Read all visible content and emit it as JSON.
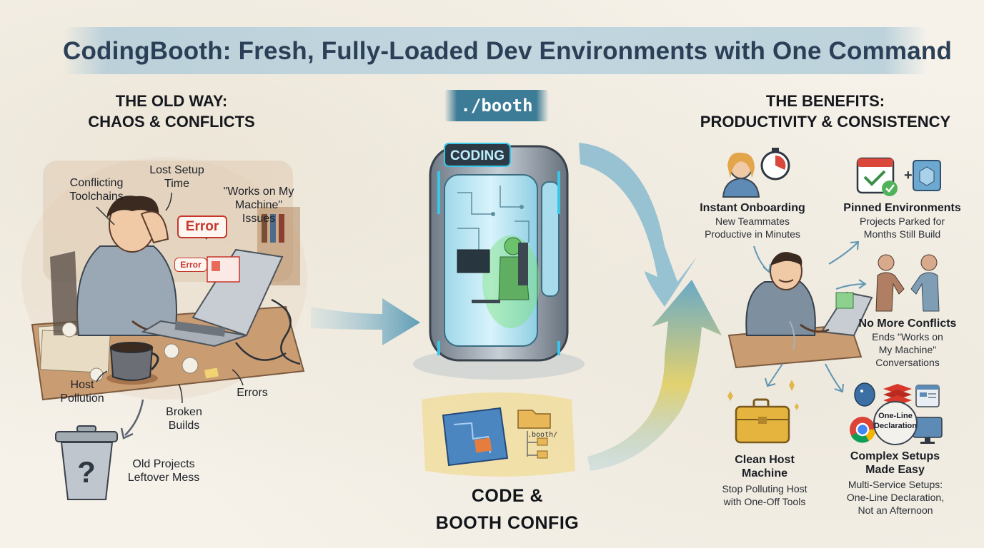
{
  "title": "CodingBooth: Fresh, Fully-Loaded Dev Environments with One Command",
  "old_way": {
    "heading": "THE OLD WAY:\nCHAOS & CONFLICTS",
    "labels": {
      "conflicting": "Conflicting\nToolchains",
      "lost_setup": "Lost Setup\nTime",
      "works_on": "\"Works on My\nMachine\"\nIssues",
      "host_pollution": "Host\nPollution",
      "broken_builds": "Broken\nBuilds",
      "errors": "Errors",
      "old_projects": "Old Projects\nLeftover Mess"
    },
    "error_big": "Error",
    "error_small": "Error"
  },
  "booth": {
    "command": "./booth",
    "sign": "CODING",
    "folder_label": ".booth/",
    "caption": "CODE &\nBOOTH CONFIG"
  },
  "benefits": {
    "heading": "THE BENEFITS:\nPRODUCTIVITY & CONSISTENCY",
    "instant": {
      "title": "Instant Onboarding",
      "desc": "New Teammates\nProductive in Minutes"
    },
    "pinned": {
      "title": "Pinned Environments",
      "desc": "Projects Parked for\nMonths Still Build"
    },
    "conflicts": {
      "title": "No More Conflicts",
      "desc": "Ends \"Works on\nMy Machine\"\nConversations"
    },
    "clean": {
      "title": "Clean Host\nMachine",
      "desc": "Stop Polluting Host\nwith One-Off Tools"
    },
    "complex": {
      "title": "Complex Setups\nMade Easy",
      "desc": "Multi-Service Setups:\nOne-Line Declaration,\nNot an Afternoon",
      "badge": "One-Line\nDeclaration"
    }
  },
  "colors": {
    "title_text": "#2b3f57",
    "error_red": "#c6372b",
    "booth_cyan": "#39c6e8",
    "arrow_blue": "#5a9dbb",
    "arrow_yellow": "#e7c95a"
  }
}
